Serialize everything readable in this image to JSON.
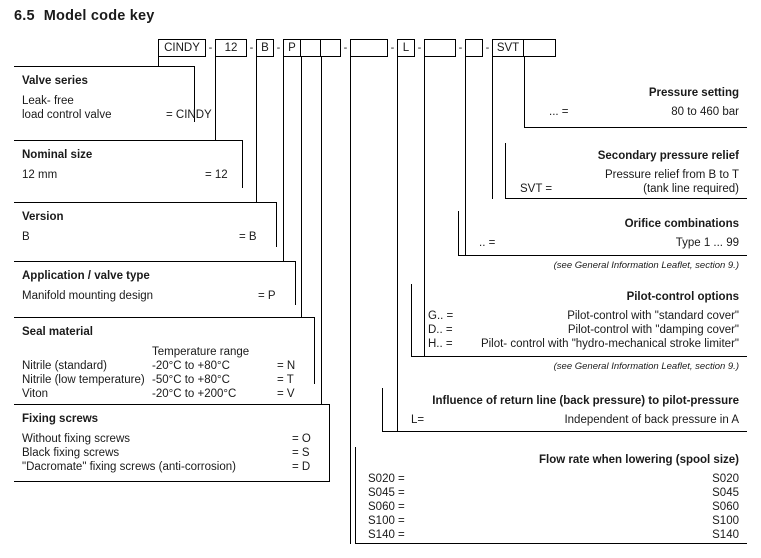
{
  "title": {
    "number": "6.5",
    "text": "Model code key"
  },
  "model_code": {
    "segments": [
      {
        "label": "CINDY",
        "width": 48
      },
      {
        "label": "12",
        "width": 32
      },
      {
        "label": "B",
        "width": 18
      },
      {
        "label": "P",
        "width": 18
      },
      {
        "label": "",
        "width": 20
      },
      {
        "label": "",
        "width": 20
      },
      {
        "label": "",
        "width": 38
      },
      {
        "label": "L",
        "width": 18
      },
      {
        "label": "",
        "width": 32
      },
      {
        "label": "",
        "width": 18
      },
      {
        "label": "SVT",
        "width": 32
      },
      {
        "label": "",
        "width": 32
      }
    ],
    "separator": "-"
  },
  "left_sections": [
    {
      "heading": "Valve series",
      "rows": [
        {
          "text": "Leak- free",
          "code": ""
        },
        {
          "text": "load control valve",
          "code": "= CINDY"
        }
      ]
    },
    {
      "heading": "Nominal size",
      "rows": [
        {
          "text": "12 mm",
          "code": "= 12"
        }
      ]
    },
    {
      "heading": "Version",
      "rows": [
        {
          "text": "B",
          "code": "= B"
        }
      ]
    },
    {
      "heading": "Application / valve type",
      "rows": [
        {
          "text": "Manifold mounting design",
          "code": "= P"
        }
      ]
    },
    {
      "heading": "Seal material",
      "column_header": "Temperature range",
      "rows": [
        {
          "text": "Nitrile  (standard)",
          "mid": "-20°C to +80°C",
          "code": "= N"
        },
        {
          "text": "Nitrile  (low temperature)",
          "mid": "-50°C to +80°C",
          "code": "= T"
        },
        {
          "text": "Viton",
          "mid": "-20°C to +200°C",
          "code": "= V"
        }
      ]
    },
    {
      "heading": "Fixing screws",
      "rows": [
        {
          "text": "Without fixing screws",
          "code": "= O"
        },
        {
          "text": "Black fixing screws",
          "code": "= S"
        },
        {
          "text": "\"Dacromate\" fixing screws (anti-corrosion)",
          "code": "= D"
        }
      ]
    }
  ],
  "right_sections": [
    {
      "heading": "Pressure setting",
      "rows": [
        {
          "key": "... =",
          "text": "80 to 460 bar"
        }
      ],
      "note": ""
    },
    {
      "heading": "Secondary pressure relief",
      "rows": [
        {
          "key": "",
          "text": "Pressure relief from B to T"
        },
        {
          "key": "SVT =",
          "text": "(tank line required)"
        }
      ],
      "note": ""
    },
    {
      "heading": "Orifice combinations",
      "rows": [
        {
          "key": ".. =",
          "text": "Type 1 ... 99"
        }
      ],
      "note": "(see General Information Leaflet, section 9.)"
    },
    {
      "heading": "Pilot-control options",
      "rows": [
        {
          "key": "G.. =",
          "text": "Pilot-control with \"standard cover\""
        },
        {
          "key": "D.. =",
          "text": "Pilot-control with \"damping cover\""
        },
        {
          "key": "H.. =",
          "text": "Pilot- control with \"hydro-mechanical stroke limiter\""
        }
      ],
      "note": "(see General Information Leaflet, section 9.)"
    },
    {
      "heading": "Influence of return line (back pressure) to pilot-pressure",
      "rows": [
        {
          "key": "L=",
          "text": "Independent of back pressure in A"
        }
      ],
      "note": ""
    },
    {
      "heading": "Flow rate when lowering (spool size)",
      "rows": [
        {
          "key": "S020 =",
          "text": "S020"
        },
        {
          "key": "S045 =",
          "text": "S045"
        },
        {
          "key": "S060 =",
          "text": "S060"
        },
        {
          "key": "S100 =",
          "text": "S100"
        },
        {
          "key": "S140 =",
          "text": "S140"
        }
      ],
      "note": ""
    }
  ]
}
